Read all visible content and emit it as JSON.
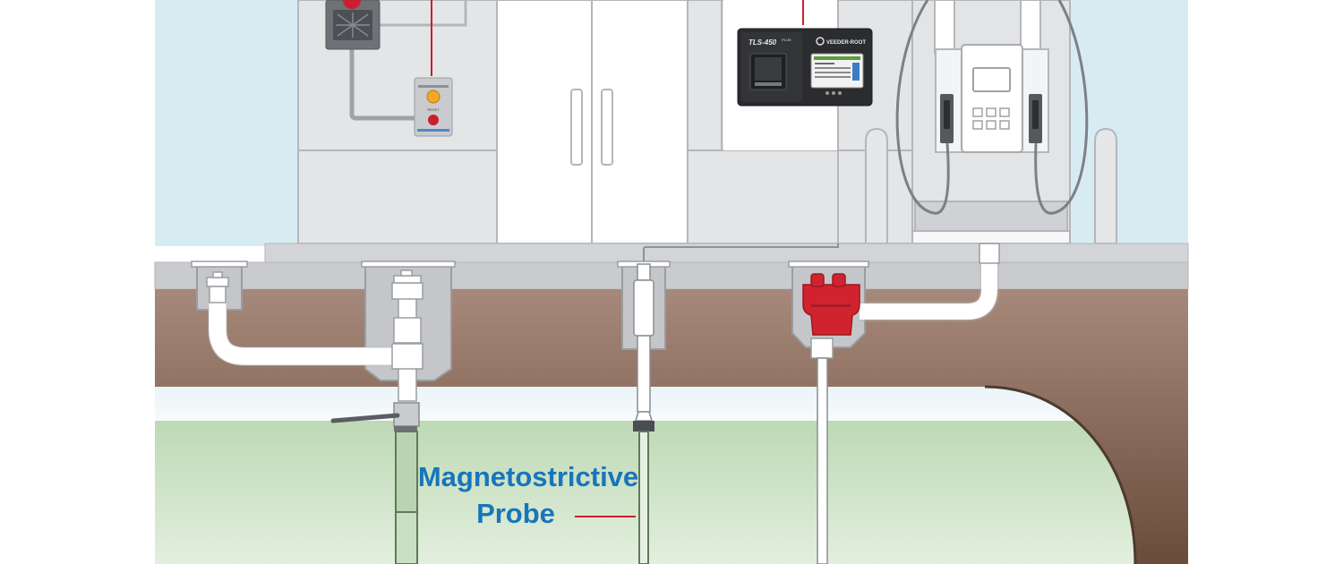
{
  "labels": {
    "probe_line1": "Magnetostrictive",
    "probe_line2": "Probe"
  },
  "console": {
    "model": "TLS-450",
    "model_suffix": "PLUS",
    "brand": "VEEDER-ROOT"
  },
  "alarm": {
    "reset_label": "RESET"
  },
  "colors": {
    "label_blue": "#1775bb",
    "leader_red": "#c8202f",
    "sky": "#d9ecf4",
    "soil_top": "#a48370",
    "soil_bottom": "#6b4e3d",
    "fuel_green": "#bcd9b4",
    "sensor_red": "#c8202f"
  },
  "icons": {
    "horn": "speaker-grille-icon",
    "lamp": "alarm-lamp-icon",
    "reset": "reset-button-icon",
    "vr_logo": "veeder-root-logo-icon"
  }
}
